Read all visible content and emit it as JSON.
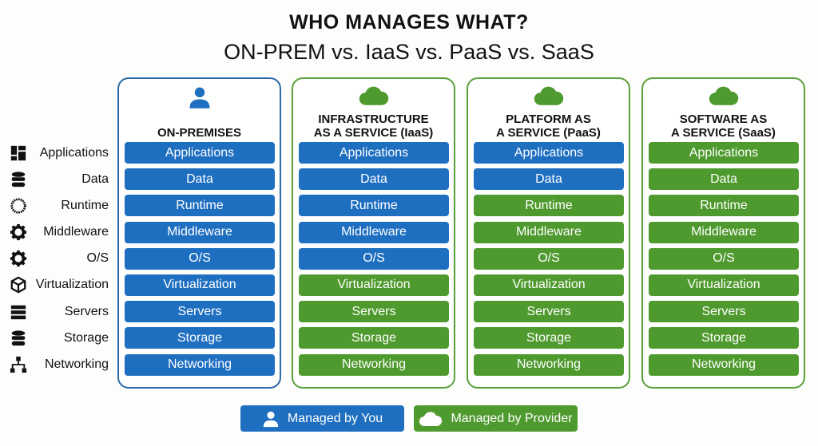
{
  "title": "WHO MANAGES WHAT?",
  "subtitle": "ON-PREM vs. IaaS vs. PaaS vs. SaaS",
  "colors": {
    "you": "#1f6fc1",
    "provider": "#4f9a2e",
    "you_border": "#2b6aa6",
    "provider_border": "#5aa03a"
  },
  "layers": [
    {
      "label": "Applications",
      "icon": "applications-icon"
    },
    {
      "label": "Data",
      "icon": "database-icon"
    },
    {
      "label": "Runtime",
      "icon": "runtime-chip-icon"
    },
    {
      "label": "Middleware",
      "icon": "gear-icon"
    },
    {
      "label": "O/S",
      "icon": "gear-icon"
    },
    {
      "label": "Virtualization",
      "icon": "cube-icon"
    },
    {
      "label": "Servers",
      "icon": "server-icon"
    },
    {
      "label": "Storage",
      "icon": "database-icon"
    },
    {
      "label": "Networking",
      "icon": "network-icon"
    }
  ],
  "columns": [
    {
      "name_lines": [
        "ON-PREMISES"
      ],
      "icon": "user-icon",
      "provider_managed_layers": 0
    },
    {
      "name_lines": [
        "INFRASTRUCTURE",
        "AS A SERVICE (IaaS)"
      ],
      "icon": "cloud-icon",
      "provider_managed_layers": 4
    },
    {
      "name_lines": [
        "PLATFORM AS",
        "A SERVICE (PaaS)"
      ],
      "icon": "cloud-icon",
      "provider_managed_layers": 7
    },
    {
      "name_lines": [
        "SOFTWARE AS",
        "A SERVICE (SaaS)"
      ],
      "icon": "cloud-icon",
      "provider_managed_layers": 9
    }
  ],
  "legend": {
    "you": "Managed by You",
    "provider": "Managed by Provider"
  }
}
